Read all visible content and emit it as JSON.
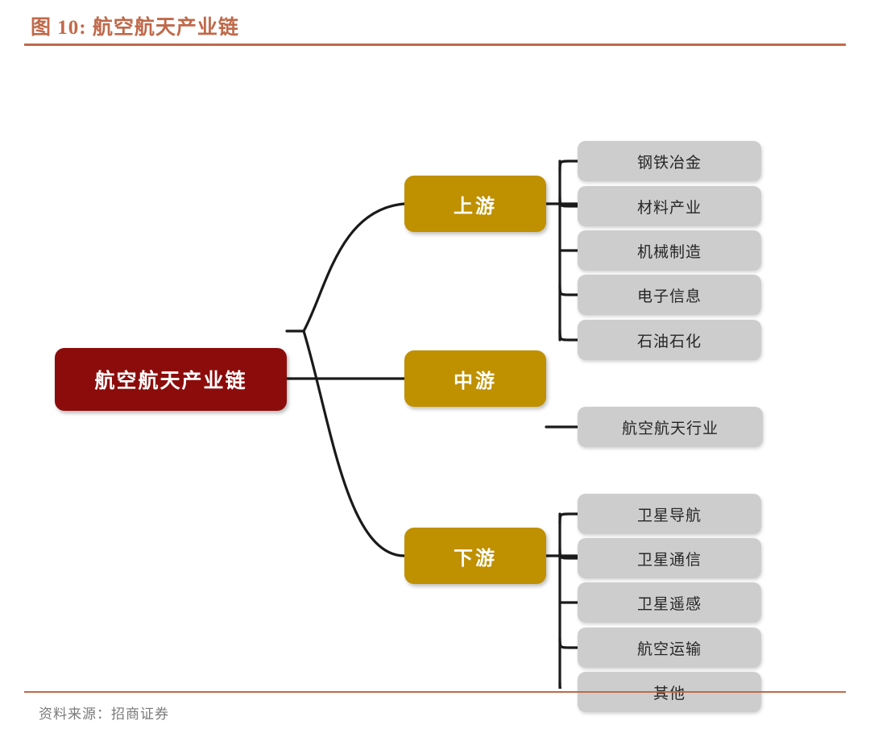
{
  "header": {
    "figure_label": "图 10:",
    "title": "图 10:  航空航天产业链",
    "accent_color": "#C0694A"
  },
  "footer": {
    "source": "资料来源：招商证券"
  },
  "chart_data": {
    "type": "diagram",
    "title": "航空航天产业链",
    "root": {
      "label": "航空航天产业链",
      "color": "#8C0C0C",
      "text_color": "#FFFFFF"
    },
    "tiers": [
      {
        "id": "upstream",
        "label": "上游",
        "color": "#BF9000",
        "text_color": "#FFFFFF",
        "children": [
          {
            "label": "钢铁冶金"
          },
          {
            "label": "材料产业"
          },
          {
            "label": "机械制造"
          },
          {
            "label": "电子信息"
          },
          {
            "label": "石油石化"
          }
        ]
      },
      {
        "id": "midstream",
        "label": "中游",
        "color": "#BF9000",
        "text_color": "#FFFFFF",
        "children": [
          {
            "label": "航空航天行业"
          }
        ]
      },
      {
        "id": "downstream",
        "label": "下游",
        "color": "#BF9000",
        "text_color": "#FFFFFF",
        "children": [
          {
            "label": "卫星导航"
          },
          {
            "label": "卫星通信"
          },
          {
            "label": "卫星遥感"
          },
          {
            "label": "航空运输"
          },
          {
            "label": "其他"
          }
        ]
      }
    ],
    "leaf_color": "#CDCDCD",
    "leaf_text_color": "#262626",
    "connector_color": "#1A1A1A"
  }
}
